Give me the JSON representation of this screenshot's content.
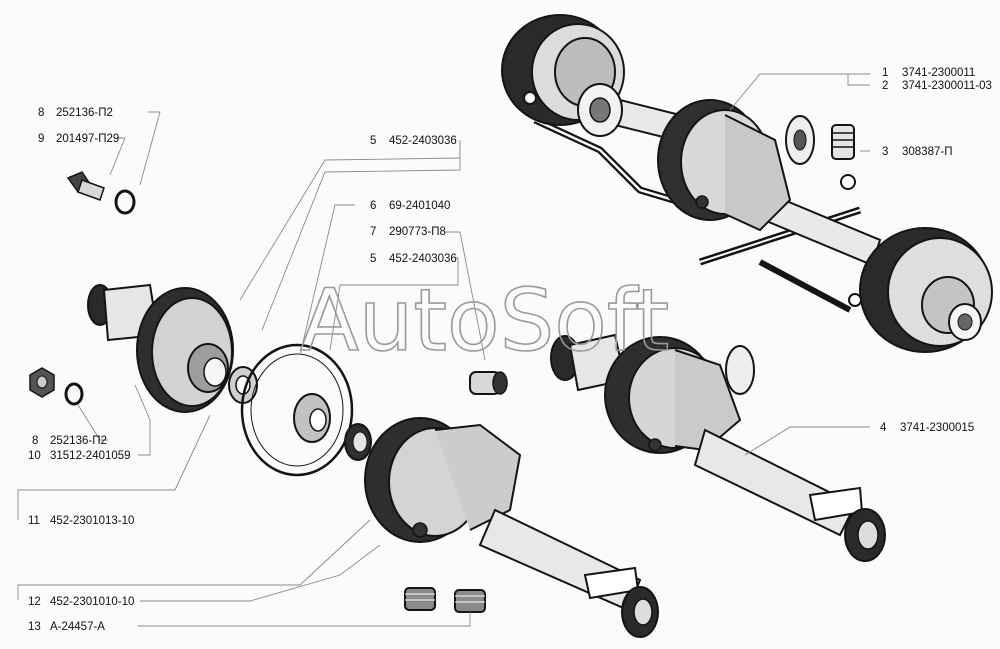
{
  "watermark": "AutoSoft",
  "callouts": [
    {
      "num": "1",
      "code": "3741-2300011"
    },
    {
      "num": "2",
      "code": "3741-2300011-03"
    },
    {
      "num": "3",
      "code": "308387-П"
    },
    {
      "num": "4",
      "code": "3741-2300015"
    },
    {
      "num": "5",
      "code": "452-2403036"
    },
    {
      "num": "6",
      "code": "69-2401040"
    },
    {
      "num": "7",
      "code": "290773-П8"
    },
    {
      "num": "5",
      "code": "452-2403036"
    },
    {
      "num": "8",
      "code": "252136-П2"
    },
    {
      "num": "9",
      "code": "201497-П29"
    },
    {
      "num": "8",
      "code": "252136-П2"
    },
    {
      "num": "10",
      "code": "31512-2401059"
    },
    {
      "num": "11",
      "code": "452-2301013-10"
    },
    {
      "num": "12",
      "code": "452-2301010-10"
    },
    {
      "num": "13",
      "code": "А-24457-А"
    }
  ],
  "colors": {
    "ink": "#141414",
    "leader": "#8a8a8a",
    "watermark": "#9a9a9a",
    "paper": "#fbfbfb"
  }
}
